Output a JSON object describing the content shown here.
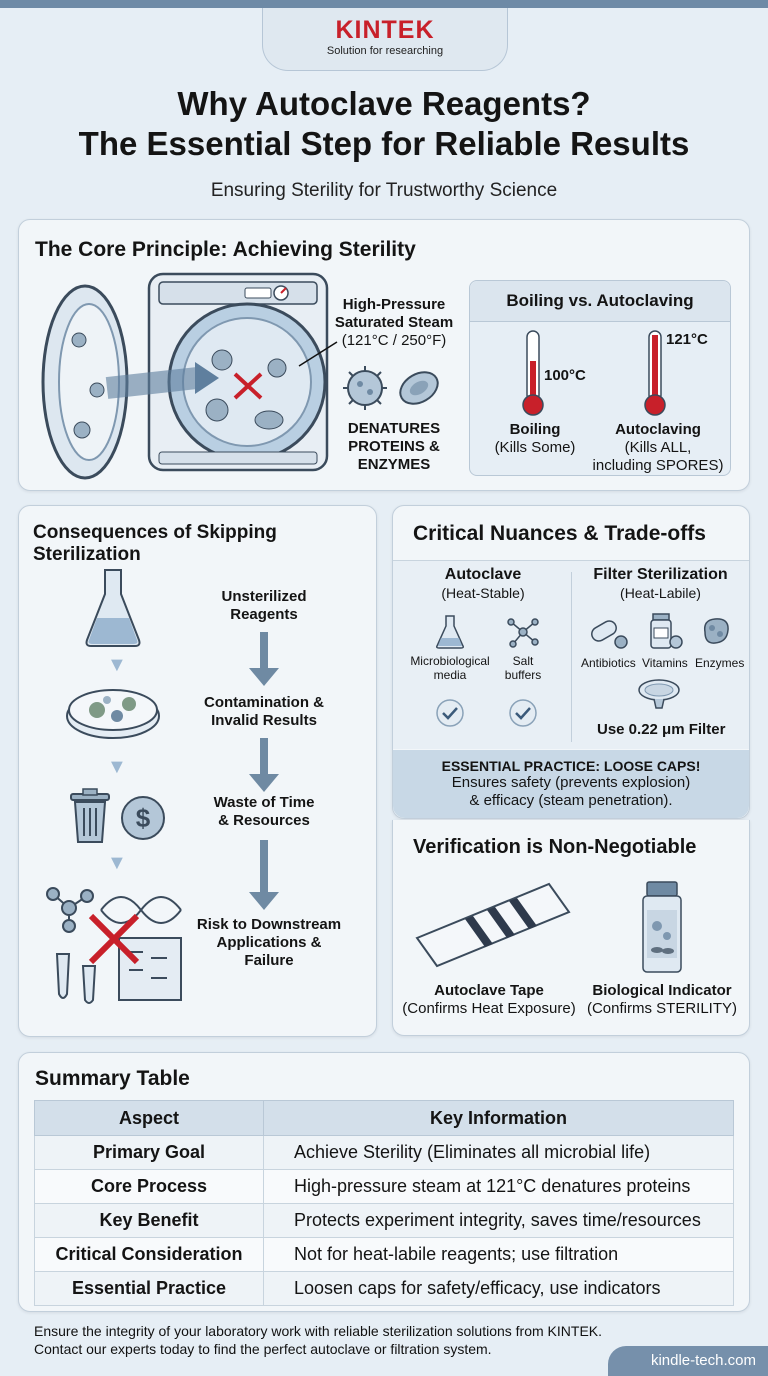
{
  "brand": {
    "name": "KINTEK",
    "tagline": "Solution for researching",
    "site": "kindle-tech.com"
  },
  "title": {
    "line1": "Why Autoclave Reagents?",
    "line2": "The Essential Step for Reliable Results"
  },
  "subtitle": "Ensuring Sterility for Trustworthy Science",
  "core": {
    "heading": "The Core Principle: Achieving Sterility",
    "steam_line1": "High-Pressure",
    "steam_line2": "Saturated Steam",
    "steam_temp": "(121°C / 250°F)",
    "denature_line1": "DENATURES",
    "denature_line2": "PROTEINS &",
    "denature_line3": "ENZYMES",
    "compare": {
      "heading": "Boiling vs. Autoclaving",
      "boil_temp": "100°C",
      "boil_label": "Boiling",
      "boil_note": "(Kills Some)",
      "auto_temp": "121°C",
      "auto_label": "Autoclaving",
      "auto_note1": "(Kills ALL,",
      "auto_note2": "including SPORES)"
    }
  },
  "consequences": {
    "heading": "Consequences of Skipping Sterilization",
    "steps": [
      {
        "line1": "Unsterilized",
        "line2": "Reagents",
        "line3": ""
      },
      {
        "line1": "Contamination &",
        "line2": "Invalid Results",
        "line3": ""
      },
      {
        "line1": "Waste of Time",
        "line2": "& Resources",
        "line3": ""
      },
      {
        "line1": "Risk to Downstream",
        "line2": "Applications &",
        "line3": "Failure"
      }
    ]
  },
  "nuances": {
    "heading": "Critical Nuances & Trade-offs",
    "autoclave": {
      "title": "Autoclave",
      "sub": "(Heat-Stable)",
      "item1a": "Microbiological",
      "item1b": "media",
      "item2a": "Salt",
      "item2b": "buffers"
    },
    "filter": {
      "title": "Filter Sterilization",
      "sub": "(Heat-Labile)",
      "item1": "Antibiotics",
      "item2": "Vitamins",
      "item3": "Enzymes",
      "note": "Use 0.22 μm Filter"
    },
    "practice": {
      "title": "ESSENTIAL PRACTICE: LOOSE CAPS!",
      "line1": "Ensures safety (prevents explosion)",
      "line2": "& efficacy (steam penetration)."
    }
  },
  "verification": {
    "heading": "Verification is Non-Negotiable",
    "tape_label": "Autoclave Tape",
    "tape_note": "(Confirms Heat Exposure)",
    "bio_label": "Biological Indicator",
    "bio_note": "(Confirms STERILITY)"
  },
  "summary": {
    "heading": "Summary Table",
    "columns": [
      "Aspect",
      "Key Information"
    ],
    "rows": [
      {
        "aspect": "Primary Goal",
        "info": "Achieve Sterility (Eliminates all microbial life)"
      },
      {
        "aspect": "Core Process",
        "info": "High-pressure steam at 121°C denatures proteins"
      },
      {
        "aspect": "Key Benefit",
        "info": "Protects experiment integrity, saves time/resources"
      },
      {
        "aspect": "Critical Consideration",
        "info": "Not for heat-labile reagents; use filtration"
      },
      {
        "aspect": "Essential Practice",
        "info": "Loosen caps for safety/efficacy, use indicators"
      }
    ]
  },
  "footer": {
    "line1": "Ensure the integrity of your laboratory work with reliable sterilization solutions from KINTEK.",
    "line2": "Contact our experts today to find the perfect autoclave or filtration system."
  }
}
